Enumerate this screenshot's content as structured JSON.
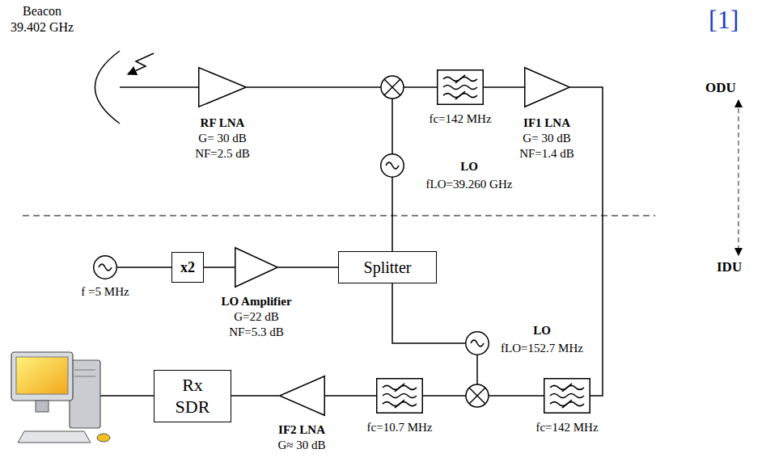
{
  "diagram": {
    "nodes": [
      {
        "text": [
          "Beacon 39.402 GHz"
        ]
      },
      {
        "text": [
          "RF LNA",
          "G= 30 dB",
          "NF=2.5 dB"
        ]
      },
      {
        "text": [
          "fc=142 MHz"
        ]
      },
      {
        "text": [
          "IF1 LNA",
          "G= 30 dB",
          "NF=1.4 dB"
        ]
      },
      {
        "text": [
          "LO",
          "fLO=39.260 GHz"
        ]
      },
      {
        "text": [
          "f =5 MHz"
        ]
      },
      {
        "text": [
          "x2"
        ]
      },
      {
        "text": [
          "LO Amplifier",
          "G=22 dB",
          "NF=5.3 dB"
        ]
      },
      {
        "text": [
          "Splitter"
        ]
      },
      {
        "text": [
          "LO",
          "fLO=152.7 MHz"
        ]
      },
      {
        "text": [
          "fc=142 MHz"
        ]
      },
      {
        "text": [
          "fc=10.7 MHz"
        ]
      },
      {
        "text": [
          "IF2 LNA",
          "G≈ 30 dB"
        ]
      },
      {
        "text": [
          "Rx SDR"
        ]
      }
    ],
    "edges": [
      {
        "from": 0,
        "to": 1,
        "arrow": "none"
      },
      {
        "from": 2,
        "to": 3,
        "arrow": "none"
      },
      {
        "from": 3,
        "to": 10,
        "arrow": "none"
      },
      {
        "from": 5,
        "to": 6,
        "arrow": "none"
      },
      {
        "from": 6,
        "to": 7,
        "arrow": "none"
      },
      {
        "from": 7,
        "to": 8,
        "arrow": "none"
      },
      {
        "from": 8,
        "to": 4,
        "arrow": "none"
      },
      {
        "from": 8,
        "to": 9,
        "arrow": "none"
      },
      {
        "from": 11,
        "to": 12,
        "arrow": "none"
      },
      {
        "from": 12,
        "to": 13,
        "arrow": "none"
      }
    ],
    "labels": [
      "[1]",
      "ODU",
      "IDU"
    ]
  }
}
